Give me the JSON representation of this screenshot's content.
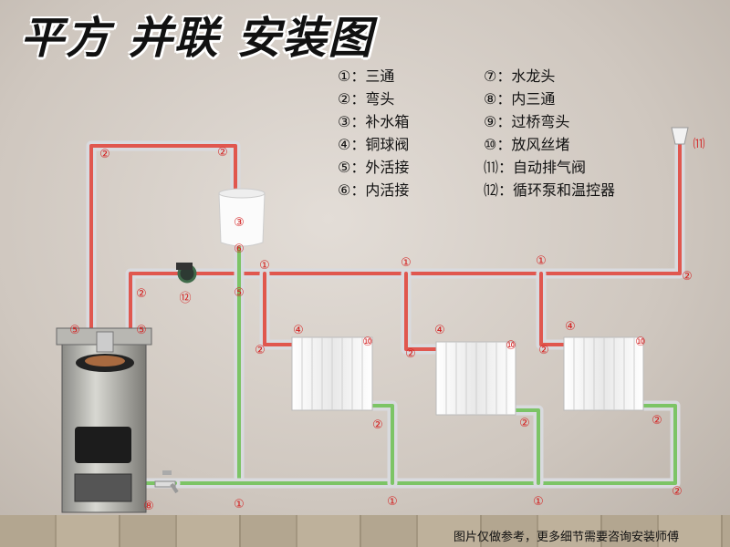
{
  "title": "平方 并联 安装图",
  "legend": [
    {
      "key": "①",
      "text": "三通"
    },
    {
      "key": "⑦",
      "text": "水龙头"
    },
    {
      "key": "②",
      "text": "弯头"
    },
    {
      "key": "⑧",
      "text": "内三通"
    },
    {
      "key": "③",
      "text": "补水箱"
    },
    {
      "key": "⑨",
      "text": "过桥弯头"
    },
    {
      "key": "④",
      "text": "铜球阀"
    },
    {
      "key": "⑩",
      "text": "放风丝堵"
    },
    {
      "key": "⑤",
      "text": "外活接"
    },
    {
      "key": "⑾",
      "text": "自动排气阀"
    },
    {
      "key": "⑥",
      "text": "内活接"
    },
    {
      "key": "⑿",
      "text": "循环泵和温控器"
    }
  ],
  "markers": [
    "②",
    "②",
    "③",
    "⑥",
    "⑾",
    "②",
    "⑫",
    "⑤",
    "①",
    "①",
    "①",
    "②",
    "⑤",
    "⑤",
    "④",
    "④",
    "④",
    "②",
    "②",
    "②",
    "⑩",
    "⑩",
    "⑩",
    "②",
    "②",
    "②",
    "①",
    "①",
    "①",
    "②",
    "⑧"
  ],
  "colors": {
    "supply": "#e0574f",
    "return": "#7cc466",
    "pipe_shell": "#d9dade"
  },
  "note": "图片仅做参考，更多细节需要咨询安装师傅"
}
